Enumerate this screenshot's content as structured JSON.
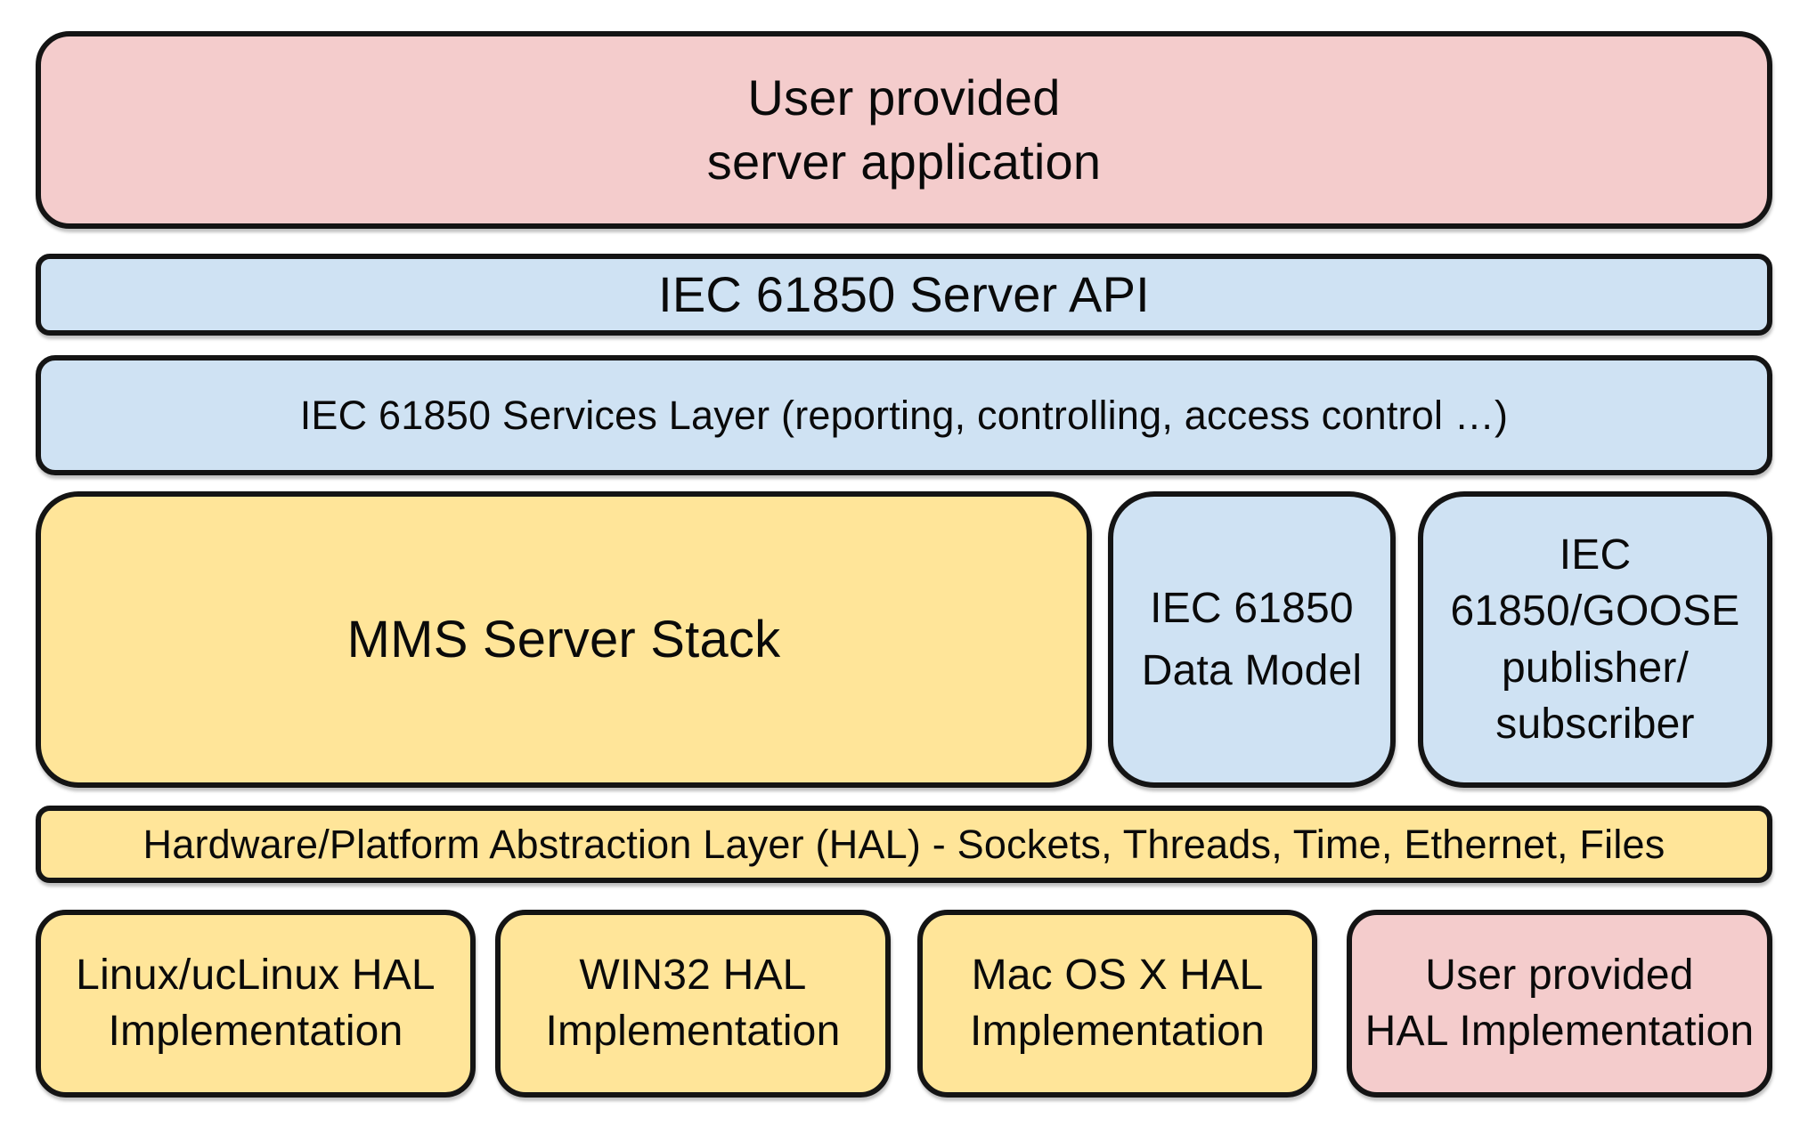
{
  "colors": {
    "pink": "#f4cccc",
    "blue": "#cfe2f3",
    "yellow": "#ffe599",
    "outline": "#141414",
    "background": "#ffffff",
    "text": "#0a0a0a"
  },
  "layers": {
    "user_server_application": "User provided\nserver application",
    "server_api": "IEC 61850 Server API",
    "services_layer": "IEC 61850 Services Layer (reporting, controlling, access control …)",
    "mms_server_stack": "MMS Server Stack",
    "data_model": "IEC 61850\nData Model",
    "goose_publisher_subscriber": "IEC\n61850/GOOSE\npublisher/\nsubscriber",
    "hal": "Hardware/Platform Abstraction Layer (HAL) - Sockets, Threads, Time, Ethernet, Files",
    "hal_linux": "Linux/ucLinux HAL\nImplementation",
    "hal_win32": "WIN32 HAL\nImplementation",
    "hal_macos": "Mac OS X HAL\nImplementation",
    "hal_user": "User provided\nHAL Implementation"
  }
}
